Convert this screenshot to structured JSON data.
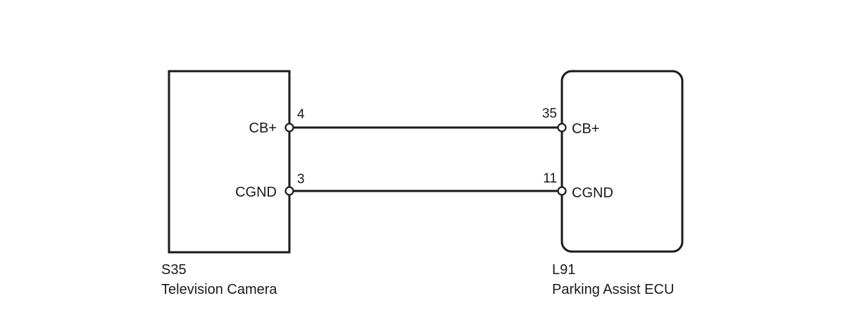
{
  "colors": {
    "line": "#1a1a1a",
    "background": "#ffffff"
  },
  "components": {
    "left": {
      "code": "S35",
      "name": "Television Camera",
      "pins": [
        {
          "label": "CB+",
          "number": "4"
        },
        {
          "label": "CGND",
          "number": "3"
        }
      ]
    },
    "right": {
      "code": "L91",
      "name": "Parking Assist ECU",
      "pins": [
        {
          "label": "CB+",
          "number": "35"
        },
        {
          "label": "CGND",
          "number": "11"
        }
      ]
    }
  }
}
